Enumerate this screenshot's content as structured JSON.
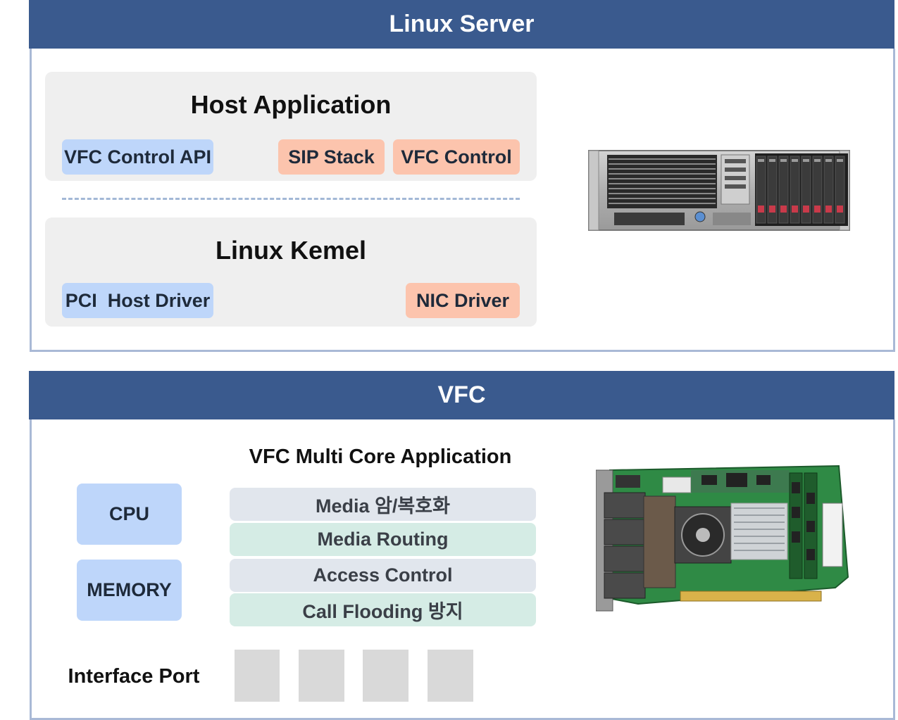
{
  "linux_server": {
    "header": "Linux Server",
    "host_application": {
      "title": "Host Application",
      "chips": [
        "VFC Control API",
        "SIP Stack",
        "VFC Control"
      ]
    },
    "linux_kernel": {
      "title": "Linux Kemel",
      "chips": [
        "PCI  Host Driver",
        "NIC Driver"
      ]
    }
  },
  "vfc": {
    "header": "VFC",
    "app_title": "VFC Multi Core Application",
    "side_blocks": [
      "CPU",
      "MEMORY"
    ],
    "layers": [
      "Media 암/복호화",
      "Media Routing",
      "Access Control",
      "Call Flooding 방지"
    ],
    "interface_label": "Interface Port",
    "port_count": 4
  },
  "colors": {
    "header": "#3a5a8e",
    "blue_chip": "#bed6fa",
    "salmon_chip": "#fcc4ad",
    "layer_gray": "#e1e6ed",
    "layer_mint": "#d5ece5"
  }
}
